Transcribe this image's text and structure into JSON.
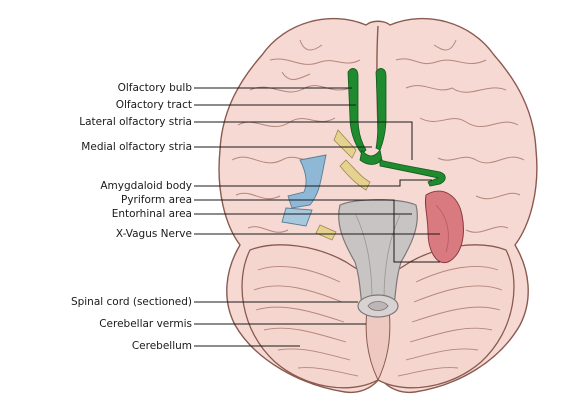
{
  "labels": {
    "olfactory_bulb": "Olfactory bulb",
    "olfactory_tract": "Olfactory tract",
    "lateral_olfactory_stria": "Lateral olfactory stria",
    "medial_olfactory_stria": "Medial olfactory stria",
    "amygdaloid_body": "Amygdaloid body",
    "pyriform_area": "Pyriform area",
    "entorhinal_area": "Entorhinal area",
    "vagus_nerve": "X-Vagus Nerve",
    "spinal_cord": "Spinal cord (sectioned)",
    "cerebellar_vermis": "Cerebellar vermis",
    "cerebellum": "Cerebellum"
  },
  "colors": {
    "brain": "#f6d9d2",
    "brain_outline": "#8a5a50",
    "olfactory": "#1f8a2e",
    "pyriform": "#d97a80",
    "vagus": "#8fb8d6",
    "brainstem": "#c9c4c4",
    "optic_yellow": "#e6d290"
  }
}
